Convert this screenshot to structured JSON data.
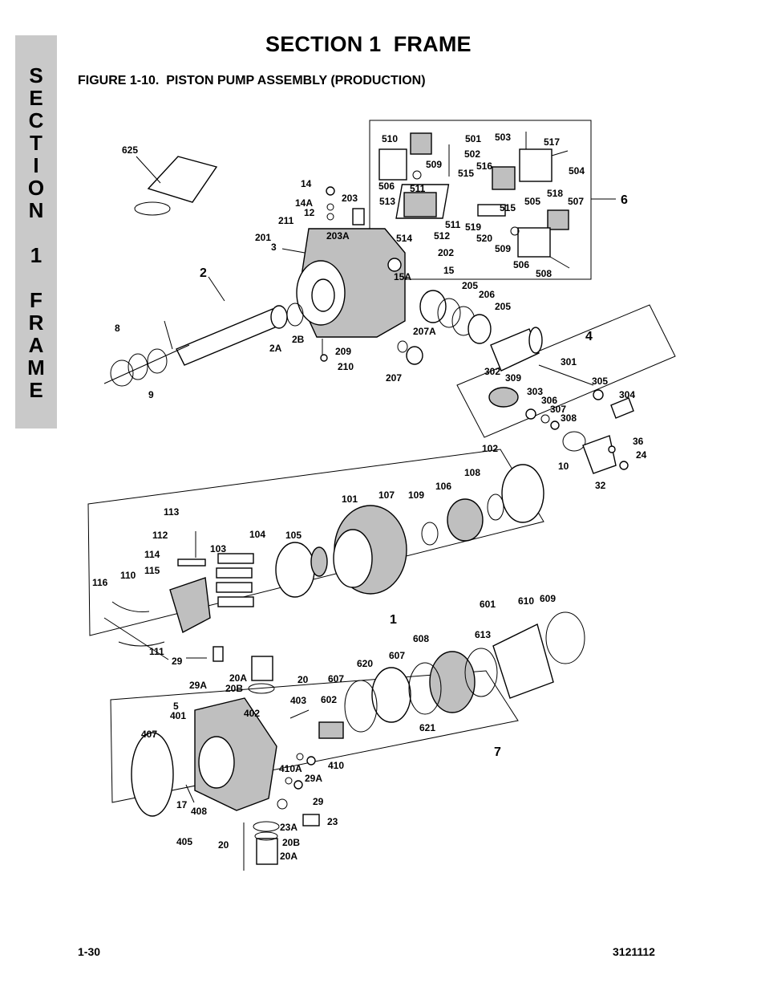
{
  "page": {
    "section_title": "SECTION 1  FRAME",
    "figure_title": "FIGURE 1-10.  PISTON PUMP ASSEMBLY (PRODUCTION)",
    "side_tab": [
      "S",
      "E",
      "C",
      "T",
      "I",
      "O",
      "N",
      "",
      "1",
      "",
      "F",
      "R",
      "A",
      "M",
      "E"
    ],
    "page_number": "1-30",
    "doc_number": "3121112"
  },
  "callouts": [
    "625",
    "14",
    "14A",
    "12",
    "211",
    "203",
    "201",
    "3",
    "203A",
    "514",
    "202",
    "15",
    "15A",
    "510",
    "501",
    "502",
    "509",
    "506",
    "511",
    "513",
    "515",
    "516",
    "512",
    "519",
    "520",
    "511",
    "503",
    "517",
    "504",
    "518",
    "505",
    "507",
    "6",
    "509",
    "506",
    "508",
    "515",
    "2",
    "205",
    "206",
    "205",
    "8",
    "9",
    "2A",
    "2B",
    "209",
    "210",
    "207A",
    "207",
    "4",
    "301",
    "302",
    "309",
    "305",
    "304",
    "303",
    "306",
    "307",
    "308",
    "36",
    "24",
    "10",
    "32",
    "102",
    "113",
    "112",
    "114",
    "115",
    "103",
    "104",
    "105",
    "101",
    "107",
    "109",
    "106",
    "108",
    "116",
    "110",
    "111",
    "1",
    "601",
    "610",
    "609",
    "29",
    "29A",
    "20A",
    "20B",
    "20",
    "608",
    "613",
    "620",
    "607",
    "607",
    "602",
    "403",
    "402",
    "5",
    "401",
    "407",
    "410",
    "410A",
    "29A",
    "29",
    "23",
    "23A",
    "20B",
    "20A",
    "20",
    "17",
    "408",
    "405",
    "621",
    "7"
  ]
}
